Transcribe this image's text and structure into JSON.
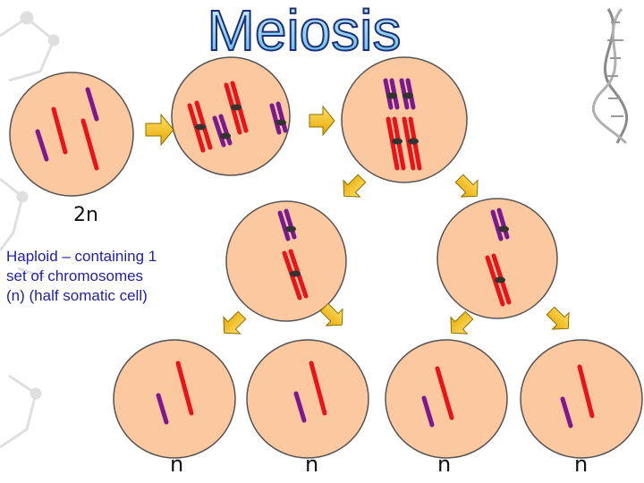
{
  "title": "Meiosis",
  "labels": {
    "diploid": "2n",
    "haploid_description": "Haploid – containing 1 set of chromosomes (n) (half somatic cell)",
    "daughter_cells": [
      "n",
      "n",
      "n",
      "n"
    ]
  },
  "colors": {
    "cell_fill": "#fbc8a0",
    "cell_stroke": "#555555",
    "chromosome_red": "#e8141a",
    "chromosome_purple": "#7b1a8e",
    "centromere": "#333333",
    "arrow_fill": "#f5c518",
    "title_fill": "#8ad0ef",
    "title_stroke": "#1c2f7a",
    "haploid_text": "#1f1fa8"
  },
  "icons": [
    "dna-helix-icon",
    "molecule-background-icon"
  ]
}
